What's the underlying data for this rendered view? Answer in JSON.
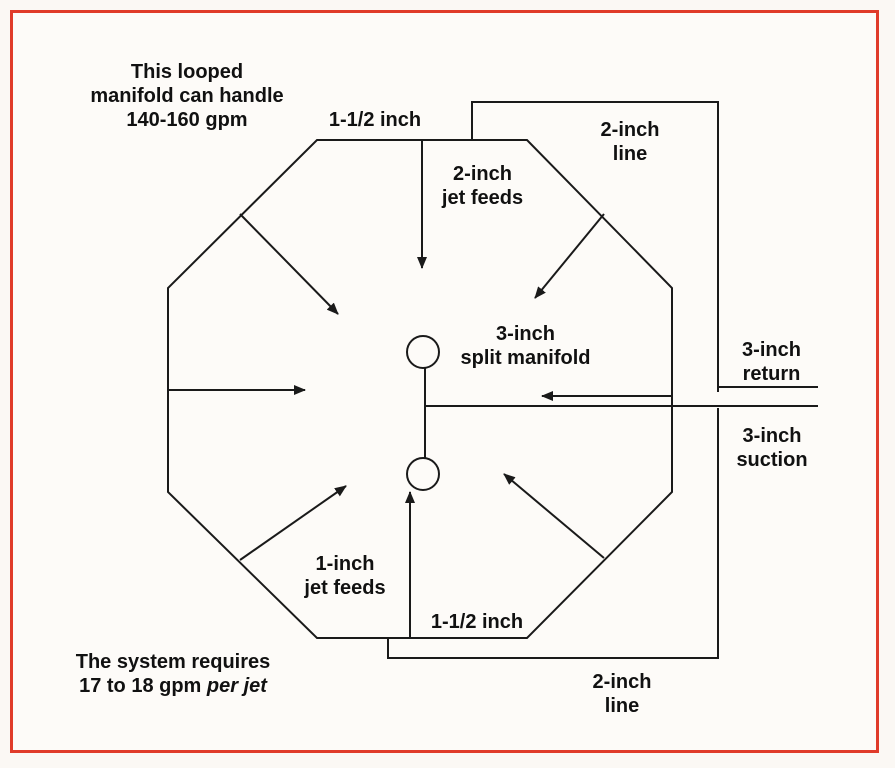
{
  "frame_color": "#e03b2a",
  "line_color": "#1a1a1a",
  "labels": {
    "capacity": [
      "This looped",
      "manifold can handle",
      "140-160 gpm"
    ],
    "top_pipe": "1-1/2 inch",
    "top_jet_feeds": [
      "2-inch",
      "jet feeds"
    ],
    "top_line": [
      "2-inch",
      "line"
    ],
    "split_manifold": [
      "3-inch",
      "split manifold"
    ],
    "return": [
      "3-inch",
      "return"
    ],
    "suction": [
      "3-inch",
      "suction"
    ],
    "bottom_jet_feeds": [
      "1-inch",
      "jet feeds"
    ],
    "bottom_pipe": "1-1/2 inch",
    "requirement_line1": "The system requires",
    "requirement_line2_prefix": "17 to 18 gpm ",
    "requirement_line2_italic": "per jet",
    "bottom_line": [
      "2-inch",
      "line"
    ]
  }
}
